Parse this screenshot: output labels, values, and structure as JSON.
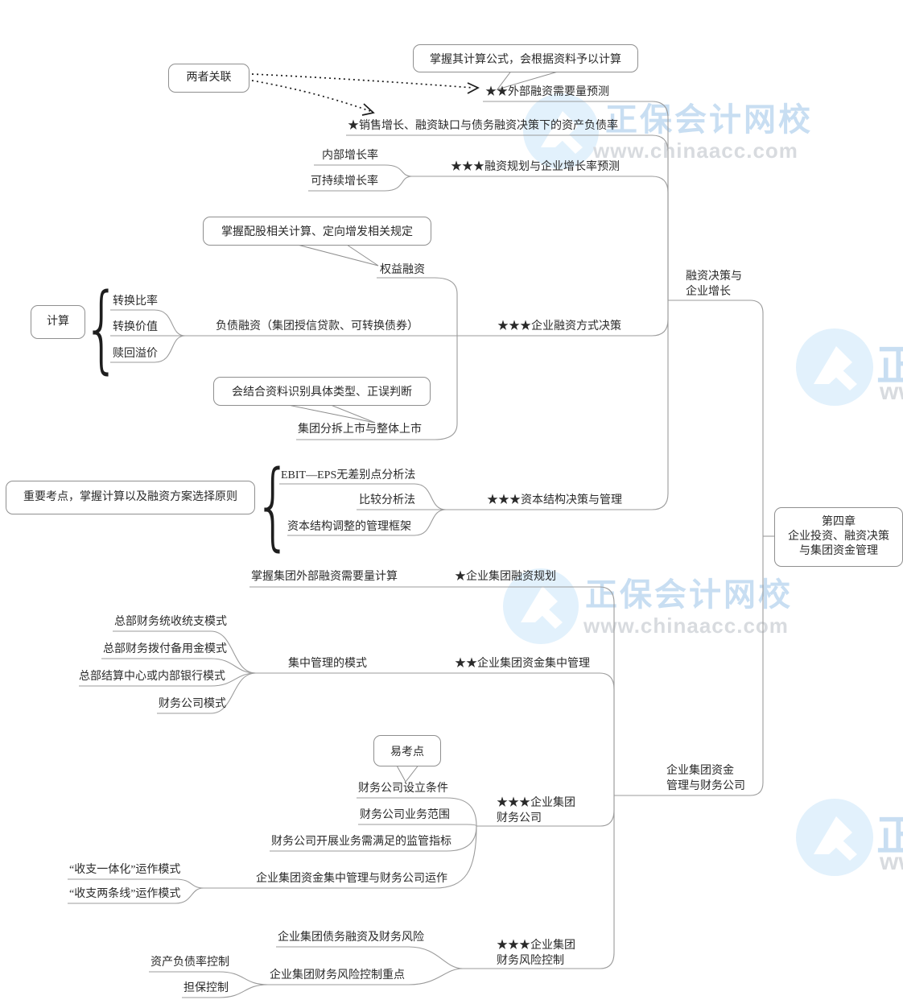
{
  "watermark": {
    "brand": "正保会计网校",
    "url": "www.chinaacc.com"
  },
  "root": {
    "title": "第四章\n企业投资、融资决策\n与集团资金管理"
  },
  "annotations": {
    "relation_box": "两者关联",
    "callout_formula": "掌握其计算公式，会根据资料予以计算",
    "callout_rights_issue": "掌握配股相关计算、定向增发相关规定",
    "callout_identify": "会结合资料识别具体类型、正误判断",
    "callout_easy": "易考点",
    "calc_box": "计算",
    "key_box": "重要考点，掌握计算以及融资方案选择原则"
  },
  "branches": {
    "financing": {
      "label": "融资决策与\n企业增长",
      "external_forecast": "★★外部融资需要量预测",
      "sales_growth": "★销售增长、融资缺口与债务融资决策下的资产负债率",
      "growth_planning": {
        "label": "★★★融资规划与企业增长率预测",
        "internal_rate": "内部增长率",
        "sustainable_rate": "可持续增长率"
      },
      "financing_method": {
        "label": "★★★企业融资方式决策",
        "equity": "权益融资",
        "debt": "负债融资（集团授信贷款、可转换债券）",
        "conversion_ratio": "转换比率",
        "conversion_value": "转换价值",
        "redemption_premium": "赎回溢价",
        "listing": "集团分拆上市与整体上市"
      },
      "capital_structure": {
        "label": "★★★资本结构决策与管理",
        "ebit_eps": "EBIT—EPS无差别点分析法",
        "comparison": "比较分析法",
        "framework": "资本结构调整的管理框架"
      }
    },
    "group_funds": {
      "label": "企业集团资金\n管理与财务公司",
      "financing_plan": {
        "label": "★企业集团融资规划",
        "calc": "掌握集团外部融资需要量计算"
      },
      "centralized_mgmt": {
        "label": "★★企业集团资金集中管理",
        "mode": "集中管理的模式",
        "mode1": "总部财务统收统支模式",
        "mode2": "总部财务拨付备用金模式",
        "mode3": "总部结算中心或内部银行模式",
        "mode4": "财务公司模式"
      },
      "finance_company": {
        "label": "★★★企业集团\n财务公司",
        "setup": "财务公司设立条件",
        "scope": "财务公司业务范围",
        "regulatory": "财务公司开展业务需满足的监管指标",
        "operation": {
          "label": "企业集团资金集中管理与财务公司运作",
          "mode1": "“收支一体化”运作模式",
          "mode2": "“收支两条线”运作模式"
        }
      },
      "risk_control": {
        "label": "★★★企业集团\n财务风险控制",
        "debt_risk": "企业集团债务融资及财务风险",
        "key_points": {
          "label": "企业集团财务风险控制重点",
          "ratio": "资产负债率控制",
          "guarantee": "担保控制"
        }
      }
    }
  }
}
